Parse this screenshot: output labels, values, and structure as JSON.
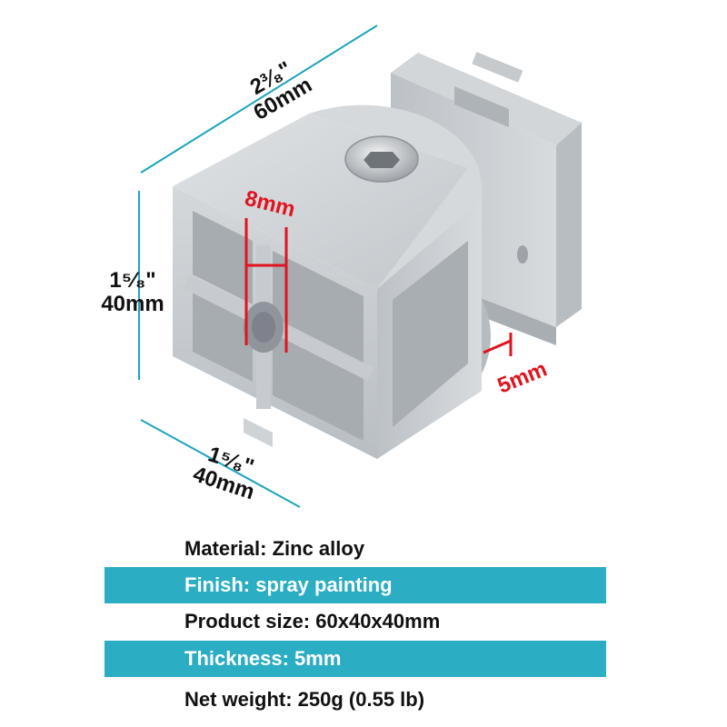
{
  "dimensions": {
    "length_fraction": "2³⁄₈\"",
    "length_mm": "60mm",
    "height_fraction": "1⁵⁄₈\"",
    "height_mm": "40mm",
    "width_fraction": "1⁵⁄₈\"",
    "width_mm": "40mm",
    "slot_width": "8mm",
    "thickness": "5mm"
  },
  "colors": {
    "dimension_line": "#1aa5bd",
    "marker_red": "#e0141e",
    "band": "#2badc3",
    "metal": "#c9cdd1"
  },
  "specs": [
    {
      "text": "Material: Zinc alloy",
      "highlight": false
    },
    {
      "text": "Finish: spray painting",
      "highlight": true
    },
    {
      "text": "Product size: 60x40x40mm",
      "highlight": false
    },
    {
      "text": "Thickness: 5mm",
      "highlight": true
    },
    {
      "text": "Net weight: 250g (0.55 lb)",
      "highlight": false
    }
  ]
}
